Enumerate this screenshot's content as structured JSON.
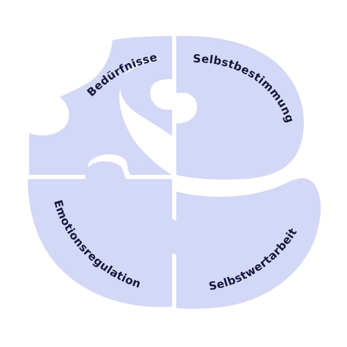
{
  "diagram": {
    "pieces": {
      "top_left": {
        "label": "Bedürfnisse"
      },
      "top_right": {
        "label": "Selbstbestimmung"
      },
      "bottom_left": {
        "label": "Emotionsregulation"
      },
      "bottom_right": {
        "label": "Selbstwertarbeit"
      }
    },
    "colors": {
      "piece_fill": "#d3d8f6",
      "label_text": "#15163e",
      "background": "#ffffff"
    }
  }
}
